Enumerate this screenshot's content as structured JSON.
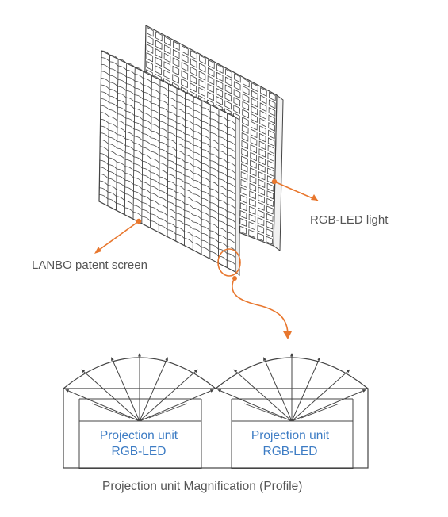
{
  "labels": {
    "rgb_led_light": "RGB-LED light",
    "patent_screen": "LANBO patent screen",
    "caption": "Projection unit Magnification (Profile)"
  },
  "units": [
    {
      "line1": "Projection unit",
      "line2": "RGB-LED"
    },
    {
      "line1": "Projection unit",
      "line2": "RGB-LED"
    }
  ],
  "colors": {
    "accent": "#e8772e",
    "line": "#444444",
    "unit_text": "#3d7cc4",
    "label_text": "#555555"
  }
}
